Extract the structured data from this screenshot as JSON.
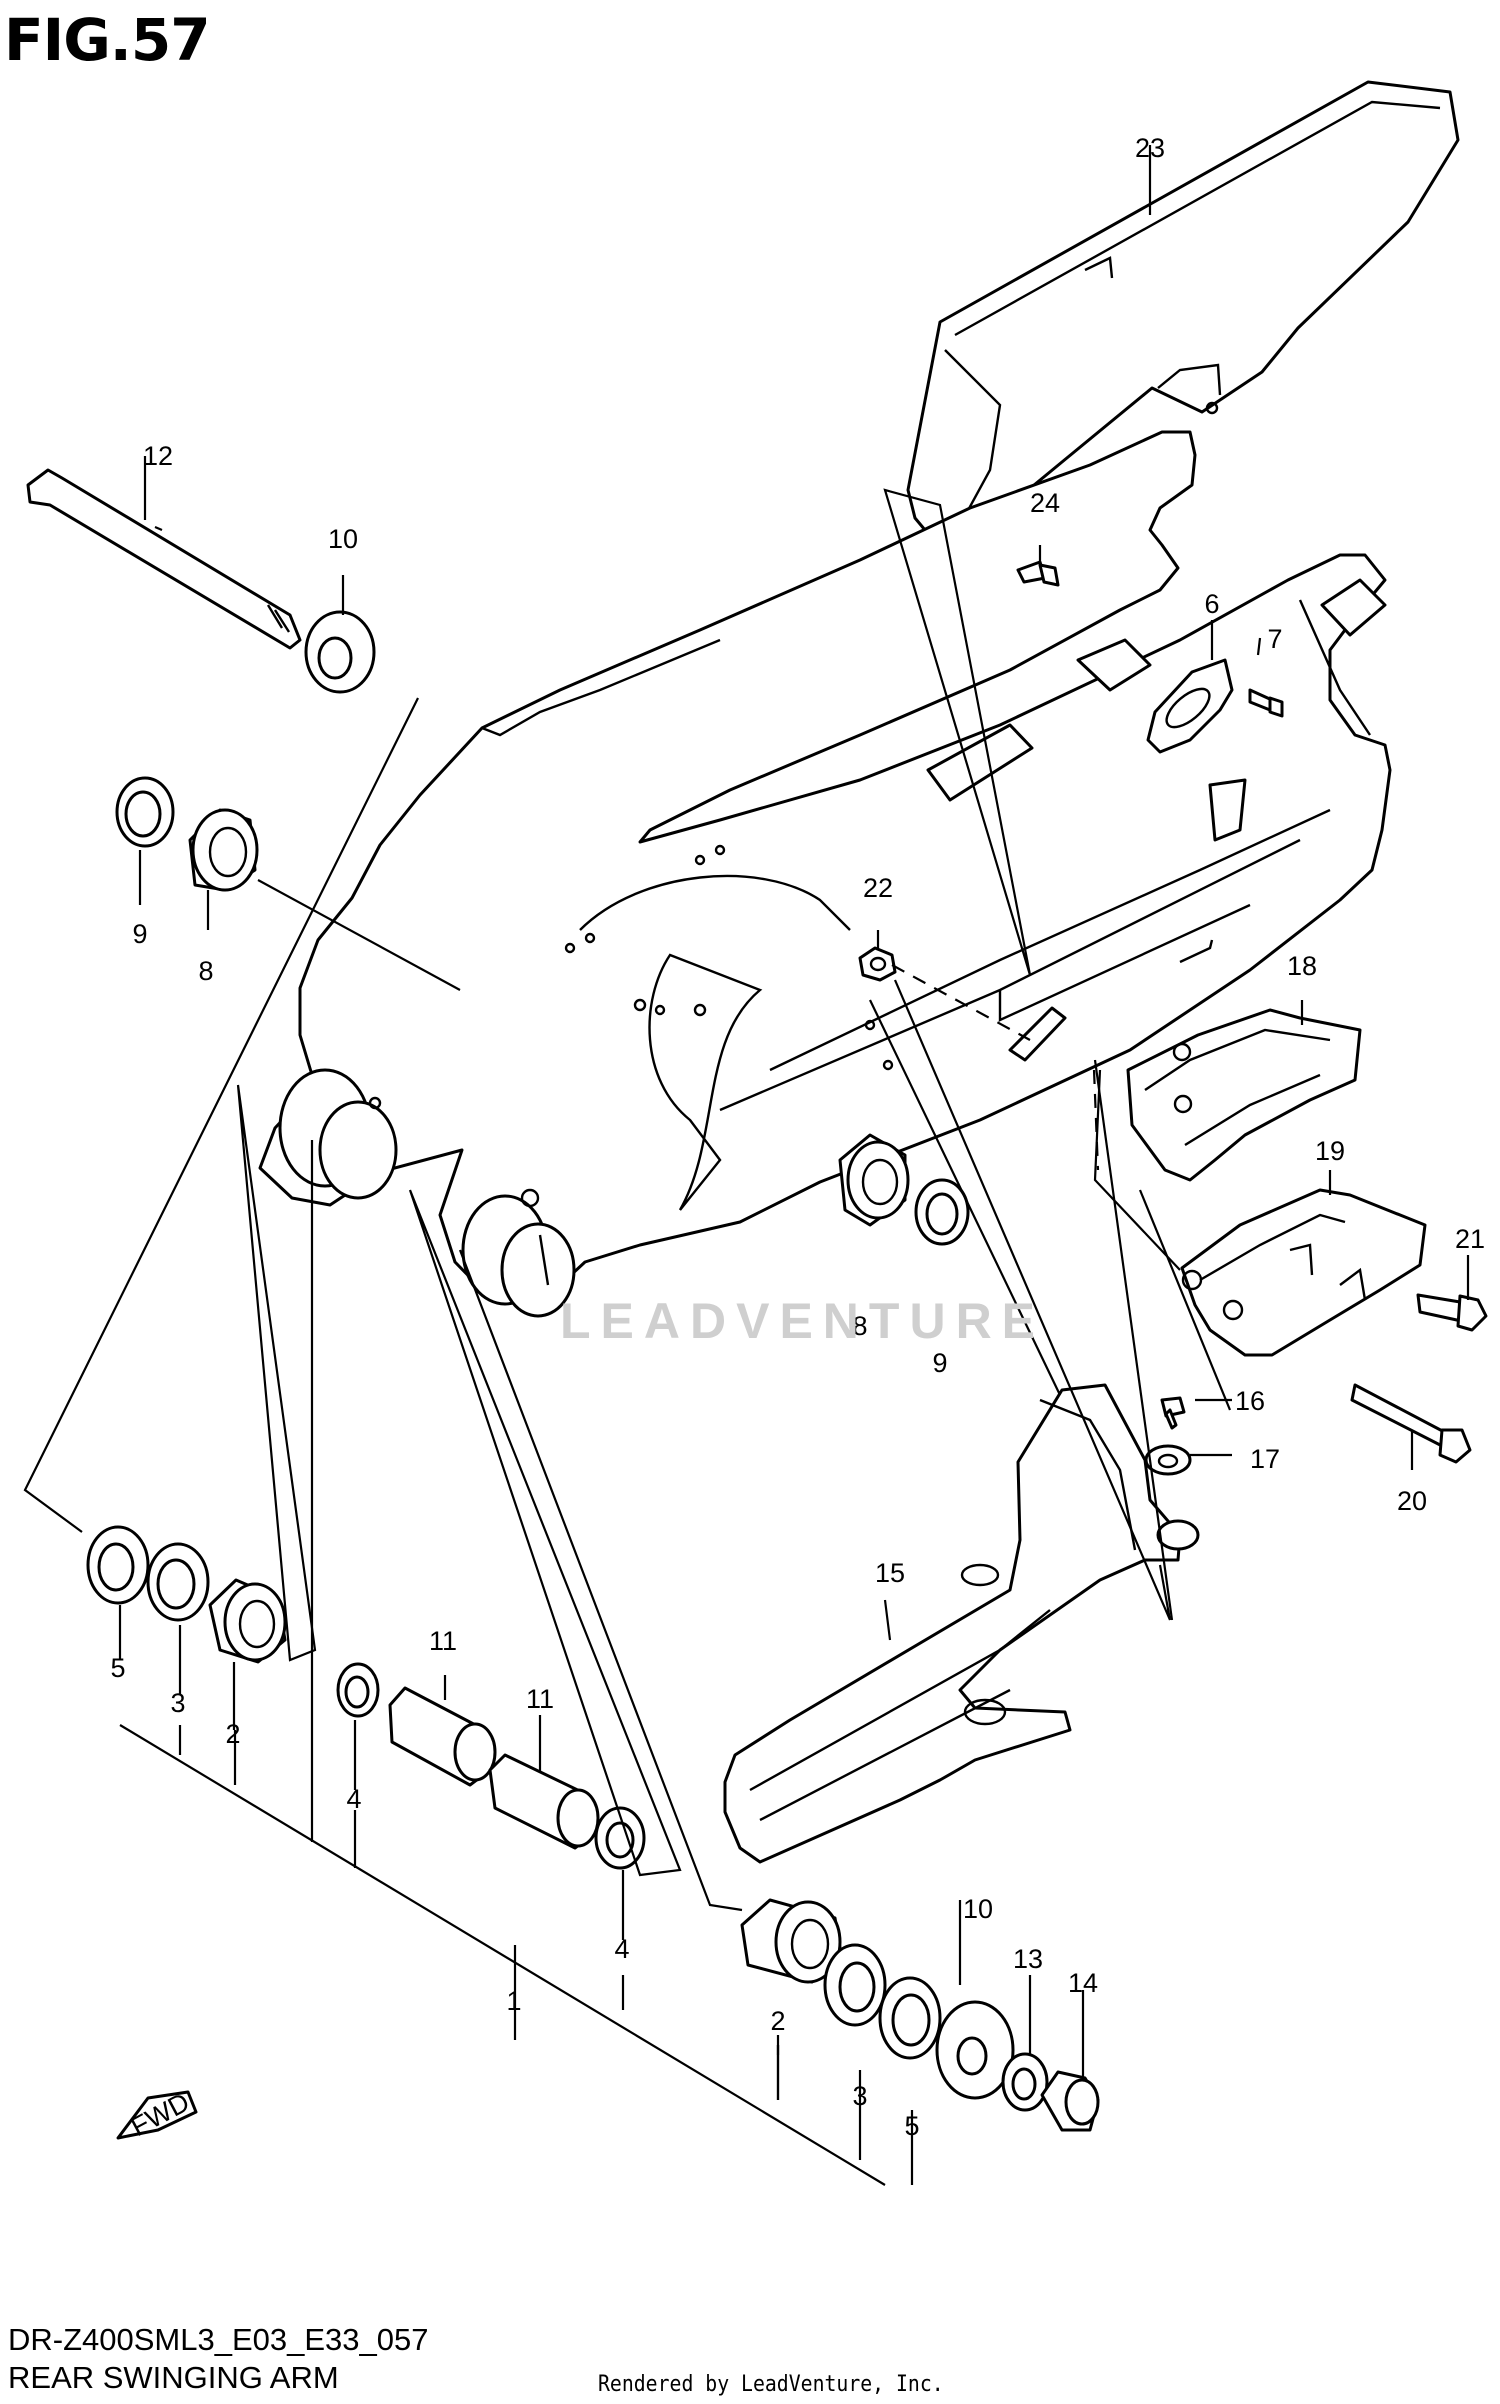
{
  "figure_label": "FIG.57",
  "model_code": "DR-Z400SML3_E03_E33_057",
  "diagram_name": "REAR SWINGING ARM",
  "credit": "Rendered by LeadVenture, Inc.",
  "watermark": "LEADVENTURE",
  "fwd_label": "FWD",
  "callouts": [
    {
      "id": "c1",
      "number": "1"
    },
    {
      "id": "c2a",
      "number": "2"
    },
    {
      "id": "c2b",
      "number": "2"
    },
    {
      "id": "c3a",
      "number": "3"
    },
    {
      "id": "c3b",
      "number": "3"
    },
    {
      "id": "c4a",
      "number": "4"
    },
    {
      "id": "c4b",
      "number": "4"
    },
    {
      "id": "c5a",
      "number": "5"
    },
    {
      "id": "c5b",
      "number": "5"
    },
    {
      "id": "c6",
      "number": "6"
    },
    {
      "id": "c7",
      "number": "7"
    },
    {
      "id": "c8a",
      "number": "8"
    },
    {
      "id": "c8b",
      "number": "8"
    },
    {
      "id": "c9a",
      "number": "9"
    },
    {
      "id": "c9b",
      "number": "9"
    },
    {
      "id": "c10a",
      "number": "10"
    },
    {
      "id": "c10b",
      "number": "10"
    },
    {
      "id": "c11a",
      "number": "11"
    },
    {
      "id": "c11b",
      "number": "11"
    },
    {
      "id": "c12",
      "number": "12"
    },
    {
      "id": "c13",
      "number": "13"
    },
    {
      "id": "c14",
      "number": "14"
    },
    {
      "id": "c15",
      "number": "15"
    },
    {
      "id": "c16",
      "number": "16"
    },
    {
      "id": "c17",
      "number": "17"
    },
    {
      "id": "c18",
      "number": "18"
    },
    {
      "id": "c19",
      "number": "19"
    },
    {
      "id": "c20",
      "number": "20"
    },
    {
      "id": "c21",
      "number": "21"
    },
    {
      "id": "c22",
      "number": "22"
    },
    {
      "id": "c23",
      "number": "23"
    },
    {
      "id": "c24",
      "number": "24"
    }
  ]
}
